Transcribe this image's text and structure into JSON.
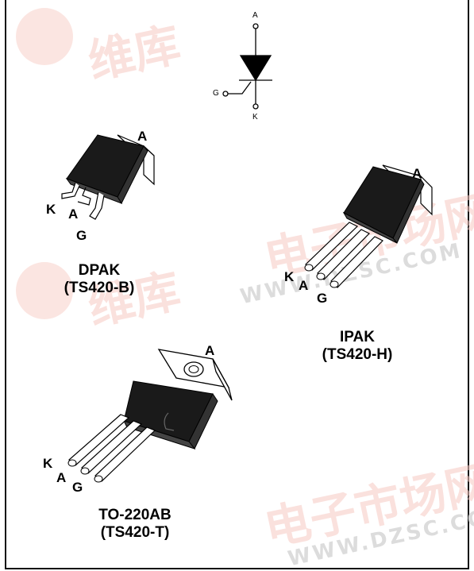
{
  "symbol": {
    "anode": "A",
    "gate": "G",
    "cathode": "K"
  },
  "packages": {
    "dpak": {
      "name": "DPAK",
      "part": "(TS420-B)",
      "pins": {
        "tab": "A",
        "k": "K",
        "a": "A",
        "g": "G"
      }
    },
    "ipak": {
      "name": "IPAK",
      "part": "(TS420-H)",
      "pins": {
        "tab": "A",
        "k": "K",
        "a": "A",
        "g": "G"
      }
    },
    "to220": {
      "name": "TO-220AB",
      "part": "(TS420-T)",
      "pins": {
        "tab": "A",
        "k": "K",
        "a": "A",
        "g": "G"
      }
    }
  },
  "colors": {
    "body": "#1a1a1a",
    "border": "#111111",
    "watermark": "#f6c9c3"
  }
}
